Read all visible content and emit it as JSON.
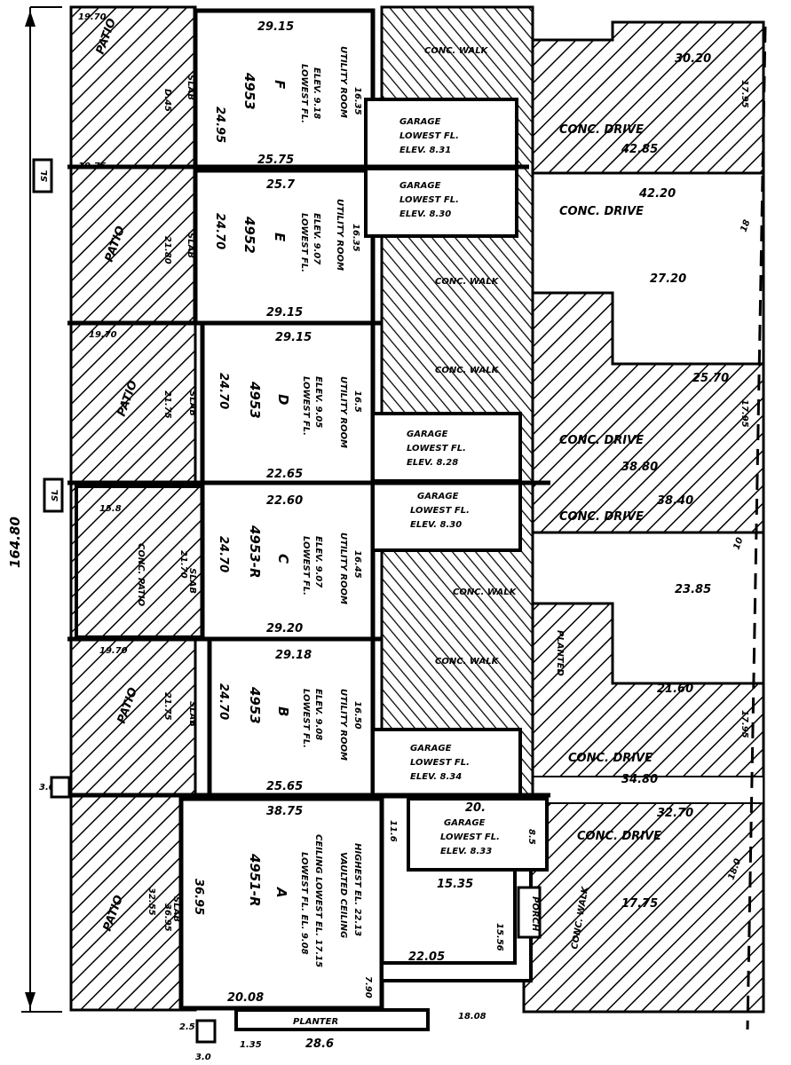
{
  "overall_dimension": "164.80",
  "markers": [
    "SL",
    "SL"
  ],
  "units": [
    {
      "letter": "F",
      "address": "4953",
      "floor_label": "LOWEST FL.",
      "floor_elev": "ELEV. 9.18",
      "utility": "UTILITY ROOM",
      "utility_dim": "16.35",
      "top": "29.15",
      "bottom": "25.75",
      "left": "24.95",
      "patio": "PATIO",
      "patio_dim": "19.70",
      "slab": "SLAB",
      "slab_dim": "D.45",
      "garage_label": "GARAGE",
      "garage_floor": "LOWEST FL.",
      "garage_elev": "ELEV. 8.31",
      "drive": "CONC. DRIVE",
      "drive_top": "30.20",
      "drive_bottom": "42.85",
      "drive_side": "17.95",
      "walk": "CONC. WALK"
    },
    {
      "letter": "E",
      "address": "4952",
      "floor_label": "LOWEST FL.",
      "floor_elev": "ELEV. 9.07",
      "utility": "UTILITY ROOM",
      "utility_dim": "16.35",
      "top": "25.7",
      "bottom": "29.15",
      "left": "24.70",
      "patio": "PATIO",
      "patio_dim": "19.75",
      "slab": "SLAB",
      "slab_dim": "21.80",
      "garage_label": "GARAGE",
      "garage_floor": "LOWEST FL.",
      "garage_elev": "ELEV. 8.30",
      "drive": "CONC. DRIVE",
      "drive_top": "42.20",
      "drive_bottom": "27.20",
      "drive_side": "18",
      "walk": "CONC. WALK"
    },
    {
      "letter": "D",
      "address": "4953",
      "floor_label": "LOWEST FL.",
      "floor_elev": "ELEV. 9.05",
      "utility": "UTILITY ROOM",
      "utility_dim": "16.5",
      "top": "29.15",
      "bottom": "22.65",
      "left": "24.70",
      "patio": "PATIO",
      "patio_dim": "19.70",
      "slab": "SLAB",
      "slab_dim": "21.75",
      "garage_label": "GARAGE",
      "garage_floor": "LOWEST FL.",
      "garage_elev": "ELEV. 8.28",
      "drive": "CONC. DRIVE",
      "drive_top": "25.70",
      "drive_bottom": "38.80",
      "drive_side": "17.95",
      "walk": "CONC. WALK"
    },
    {
      "letter": "C",
      "address": "4953-R",
      "floor_label": "LOWEST FL.",
      "floor_elev": "ELEV. 9.07",
      "utility": "UTILITY ROOM",
      "utility_dim": "16.45",
      "top": "22.60",
      "bottom": "29.20",
      "left": "24.70",
      "patio": "CONC. PATIO",
      "patio_dim": "15.8",
      "slab": "SLAB",
      "slab_dim": "21.70",
      "garage_label": "GARAGE",
      "garage_floor": "LOWEST FL.",
      "garage_elev": "ELEV. 8.30",
      "drive": "CONC. DRIVE",
      "drive_top": "38.40",
      "drive_bottom": "23.85",
      "drive_side": "10",
      "walk": "CONC. WALK"
    },
    {
      "letter": "B",
      "address": "4953",
      "floor_label": "LOWEST FL.",
      "floor_elev": "ELEV. 9.08",
      "utility": "UTILITY ROOM",
      "utility_dim": "16.50",
      "top": "29.18",
      "bottom": "25.65",
      "left": "24.70",
      "patio": "PATIO",
      "patio_dim": "19.70",
      "slab": "SLAB",
      "slab_dim": "21.75",
      "garage_label": "GARAGE",
      "garage_floor": "LOWEST FL.",
      "garage_elev": "ELEV. 8.34",
      "drive": "CONC. DRIVE",
      "drive_top": "21.60",
      "drive_bottom": "34.80",
      "drive_side": "17.95",
      "walk": "CONC. WALK"
    },
    {
      "letter": "A",
      "address": "4951-R",
      "floor_label": "LOWEST FL. EL. 9.08",
      "floor_elev": "CEILING LOWEST EL. 17.15",
      "utility": "VAULTED CEILING",
      "utility_dim": "HIGHEST EL. 22.13",
      "top": "38.75",
      "bottom": "20.08",
      "left": "36.95",
      "patio": "PATIO",
      "patio_dim": "32.55",
      "slab": "SLAB",
      "slab_dim": "36.95",
      "garage_label": "GARAGE",
      "garage_floor": "LOWEST FL.",
      "garage_elev": "ELEV. 8.33",
      "drive": "CONC. DRIVE",
      "drive_top": "32.70",
      "drive_bottom": "17.75",
      "drive_side": "18.0",
      "walk": "CONC. WALK"
    }
  ],
  "extra_labels": {
    "planter": "PLANTER",
    "planter_dim": "28.6",
    "front_dim_a": "22.05",
    "front_dim_b": "15.35",
    "front_dim_c": "15.56",
    "garage_a_width": "20.",
    "dim_a_side": "11.6",
    "dim_a_garage": "8.5",
    "a_left_small": "7.90",
    "planted": "PLANTED",
    "porch": "PORCH",
    "corner_a": "3.0",
    "corner_b": "1.35",
    "corner_c": "2.5",
    "lower_left": "3.0",
    "lower_mid": "18.08"
  }
}
